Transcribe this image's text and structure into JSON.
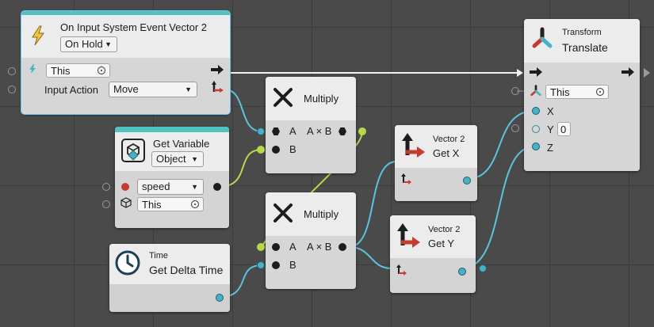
{
  "nodes": {
    "on_input": {
      "title": "On Input System Event Vector 2",
      "mode": "On Hold",
      "target_value": "This",
      "input_action_label": "Input Action",
      "input_action_value": "Move"
    },
    "get_variable": {
      "title": "Get Variable",
      "kind": "Object",
      "name_value": "speed",
      "object_value": "This"
    },
    "get_delta_time": {
      "subtitle": "Time",
      "title": "Get Delta Time"
    },
    "multiply_top": {
      "title": "Multiply",
      "port_a": "A",
      "port_b": "B",
      "output": "A × B"
    },
    "multiply_bottom": {
      "title": "Multiply",
      "port_a": "A",
      "port_b": "B",
      "output": "A × B"
    },
    "get_x": {
      "subtitle": "Vector 2",
      "title": "Get X"
    },
    "get_y": {
      "subtitle": "Vector 2",
      "title": "Get Y"
    },
    "translate": {
      "subtitle": "Transform",
      "title": "Translate",
      "target_value": "This",
      "x_label": "X",
      "y_label": "Y",
      "y_value": "0",
      "z_label": "Z"
    }
  },
  "colors": {
    "canvas": "#4a4a4a",
    "grid": "#3c3c3c",
    "selection": "#6ec5f5",
    "variable_strip": "#4ec3c0",
    "wire_float": "#5bc3dc",
    "wire_number": "#b9d848",
    "wire_flow": "#ffffff"
  },
  "icons": {
    "on_input": "lightning-icon",
    "get_variable": "variable-box-icon",
    "get_delta_time": "clock-icon",
    "multiply": "multiply-x-icon",
    "vector2": "vector2-axes-icon",
    "transform": "transform-gizmo-icon"
  }
}
